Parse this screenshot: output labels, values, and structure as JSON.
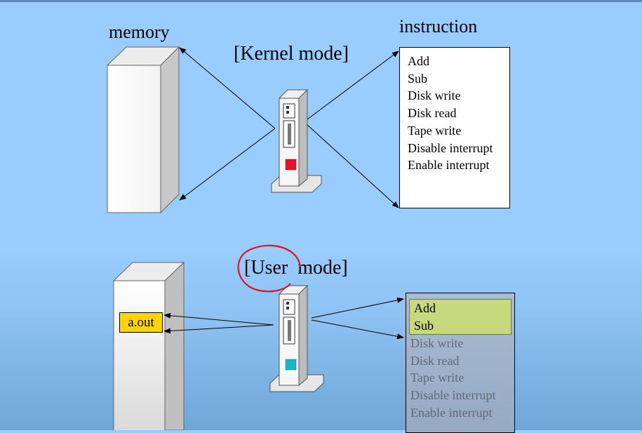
{
  "labels": {
    "memory": "memory",
    "instruction": "instruction",
    "kernel_mode": "[Kernel mode]",
    "user_mode": "[User  mode]"
  },
  "kernel_instructions": [
    "Add",
    "Sub",
    "Disk write",
    "Disk read",
    "Tape write",
    "Disable interrupt",
    "Enable interrupt"
  ],
  "user_instructions": {
    "enabled": [
      "Add",
      "Sub"
    ],
    "disabled": [
      "Disk write",
      "Disk read",
      "Tape write",
      "Disable interrupt",
      "Enable interrupt"
    ]
  },
  "program_label": "a.out",
  "colors": {
    "background": "#99ccff",
    "kernel_indicator": "#e8102a",
    "user_indicator": "#19b4c8",
    "highlight_enabled": "#c8d97d",
    "program_block": "#ffd400",
    "annotation_circle": "#e0102a"
  }
}
